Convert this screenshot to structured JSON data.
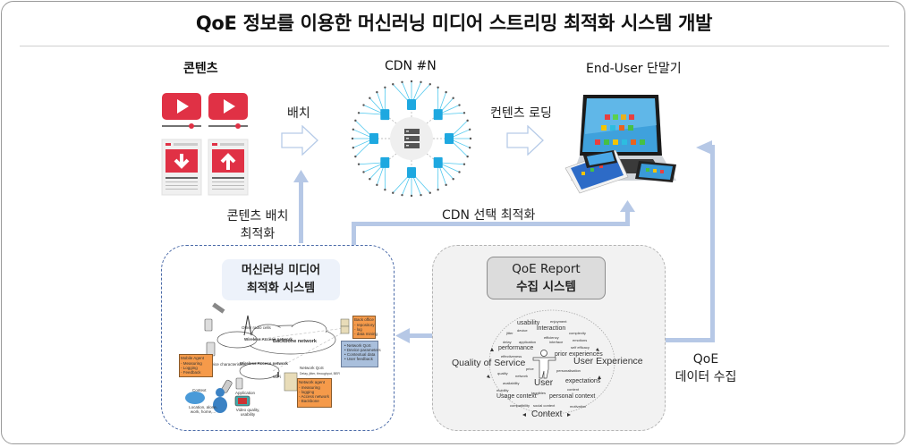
{
  "title": "QoE 정보를 이용한 머신러닝 미디어 스트리밍 최적화 시스템 개발",
  "colors": {
    "content_red": "#e03145",
    "flow_arrow": "#b6c8e6",
    "cdn_cyan": "#4fc8ee",
    "ml_border": "#4a6aa8",
    "qoe_bg": "#f2f2f2",
    "orange_box": "#f59a4a",
    "blue_box": "#a9bfdc"
  },
  "top": {
    "content_label": "콘텐츠",
    "cdn_label": "CDN #N",
    "enduser_label": "End-User 단말기",
    "deploy_label": "배치",
    "loading_label": "컨텐츠 로딩"
  },
  "flows": {
    "content_opt_line1": "콘텐츠 배치",
    "content_opt_line2": "최적화",
    "cdn_select": "CDN 선택 최적화",
    "qoe_collect_line1": "QoE",
    "qoe_collect_line2": "데이터 수집"
  },
  "ml_system": {
    "title_line1": "머신러닝 미디어",
    "title_line2": "최적화 시스템",
    "network": {
      "wireless_top": "Wireless Access network",
      "wireless_bottom": "Wireless Access network",
      "backbone": "Backbone network",
      "tower_note": "Other radio cells",
      "device_char": "Device characteristics",
      "wifi": "WiFi",
      "network_qos": "Network QoS",
      "network_qos_sub": "Delay, jitter, throughput, BER",
      "context": "Context",
      "context_sub": "Location, alone, work, home,...",
      "application": "Application",
      "application_sub": "Video quality, usability",
      "mobile_agent": [
        "Mobile Agent",
        "- Measuring",
        "- Logging",
        "- Feedback"
      ],
      "back_office": [
        "Back office",
        "- repository",
        "- log",
        "- data mining"
      ],
      "network_agent": [
        "Network agent",
        "- measuring",
        "- logging",
        "- Access network",
        "- Backbone"
      ],
      "data_list": [
        "Network QoS",
        "Device parameters",
        "Contextual data",
        "User feedback"
      ]
    }
  },
  "qoe_system": {
    "title_line1": "QoE Report",
    "title_line2": "수집 시스템",
    "diagram": {
      "qos": "Quality of Service",
      "ux": "User Experience",
      "context": "Context",
      "user": "User",
      "words": [
        "usability",
        "enjoyment",
        "interaction",
        "device",
        "jitter",
        "complexity",
        "efficiency",
        "delay",
        "application",
        "interface",
        "emotions",
        "performance",
        "self efficacy",
        "effectiveness",
        "prior experiences",
        "price",
        "personalisation",
        "quality",
        "network",
        "expectations",
        "availability",
        "mobility",
        "content",
        "tangibles",
        "Usage context",
        "personal context",
        "compatibility",
        "social context",
        "motivation"
      ]
    }
  }
}
